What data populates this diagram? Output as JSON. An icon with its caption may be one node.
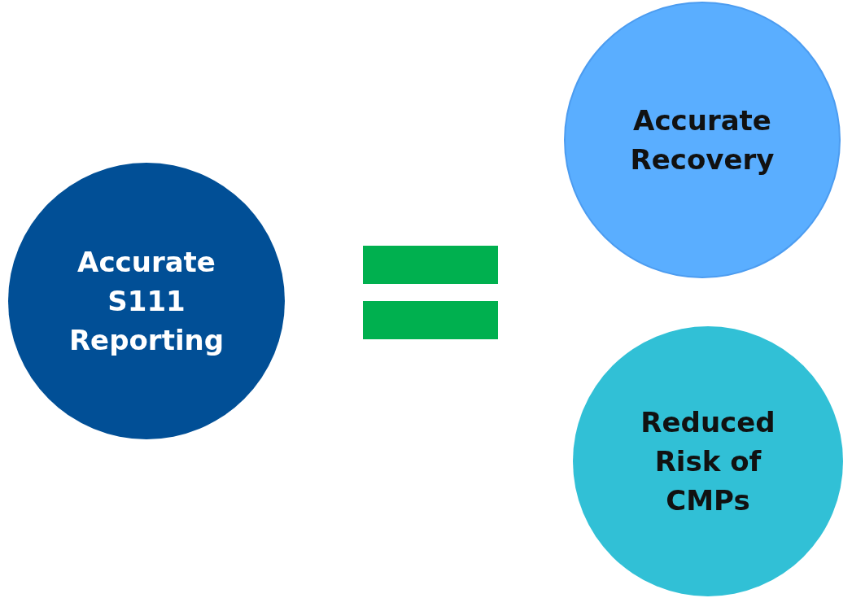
{
  "diagram": {
    "nodes": [
      {
        "text": [
          "Accurate S111 Reporting"
        ]
      },
      {
        "text": [
          "Accurate Recovery"
        ]
      },
      {
        "text": [
          "Reduced Risk of CMPs"
        ]
      }
    ]
  }
}
